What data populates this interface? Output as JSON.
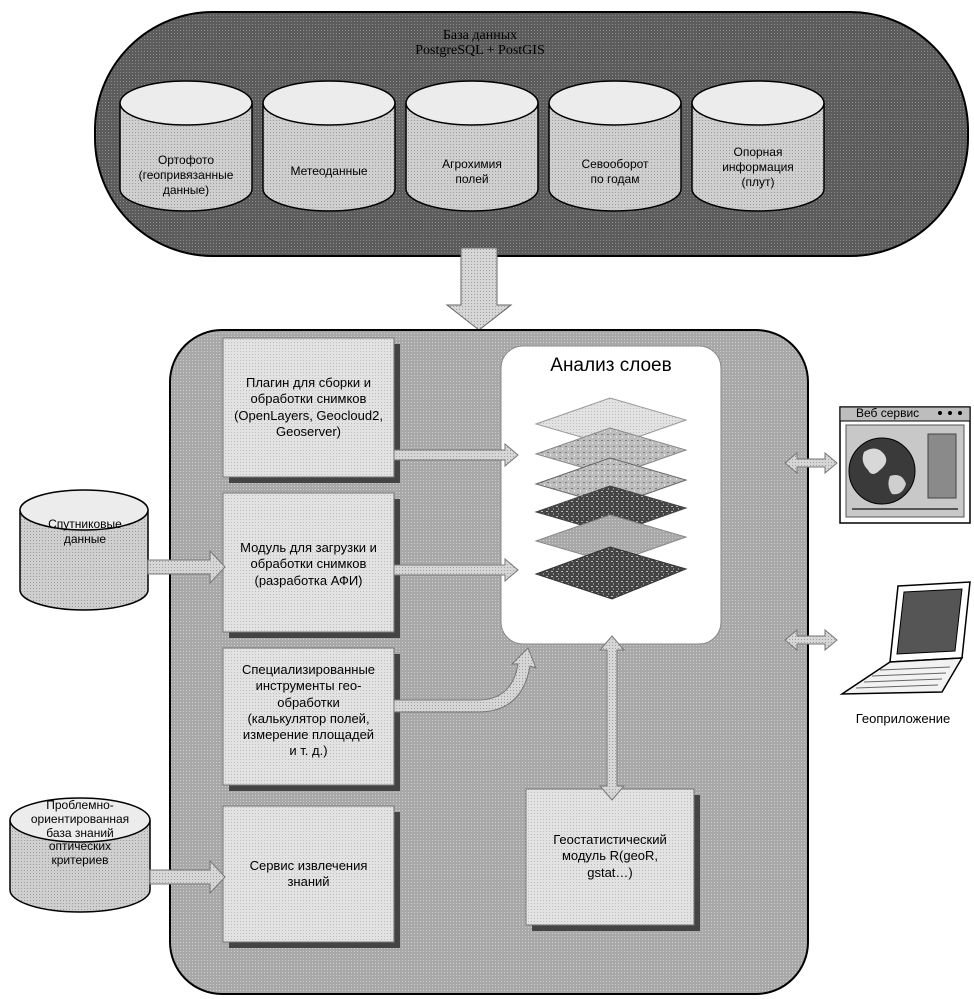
{
  "database": {
    "title_line1": "База данных",
    "title_line2": "PostgreSQL + PostGIS",
    "items": [
      {
        "lines": [
          "Ортофото",
          "(геопривязанные",
          "данные)"
        ]
      },
      {
        "lines": [
          "Метеоданные"
        ]
      },
      {
        "lines": [
          "Агрохимия",
          "полей"
        ]
      },
      {
        "lines": [
          "Севооборот",
          "по годам"
        ]
      },
      {
        "lines": [
          "Опорная",
          "информация",
          "(плут)"
        ]
      }
    ]
  },
  "modules": [
    {
      "lines": [
        "Плагин для сборки и",
        "обработки снимков",
        "(OpenLayers, Geocloud2,",
        "Geoserver)"
      ]
    },
    {
      "lines": [
        "Модуль для загрузки и",
        "обработки снимков",
        "(разработка АФИ)"
      ]
    },
    {
      "lines": [
        "Специализированные",
        "инструменты гео-",
        "обработки",
        "(калькулятор полей,",
        "измерение площадей",
        "и т. д.)"
      ]
    },
    {
      "lines": [
        "Сервис извлечения",
        "знаний"
      ]
    }
  ],
  "analysis": {
    "title": "Анализ слоев"
  },
  "geostat": {
    "lines": [
      "Геостатистический",
      "модуль R(geoR,",
      "gstat…)"
    ]
  },
  "satellite": {
    "lines": [
      "Спутниковые",
      "данные"
    ]
  },
  "knowledge_base": {
    "lines": [
      "Проблемно-",
      "ориентированная",
      "база знаний",
      "оптических",
      "критериев"
    ]
  },
  "web_service": {
    "title": "Веб сервис"
  },
  "geo_app": {
    "label": "Геоприложение"
  }
}
